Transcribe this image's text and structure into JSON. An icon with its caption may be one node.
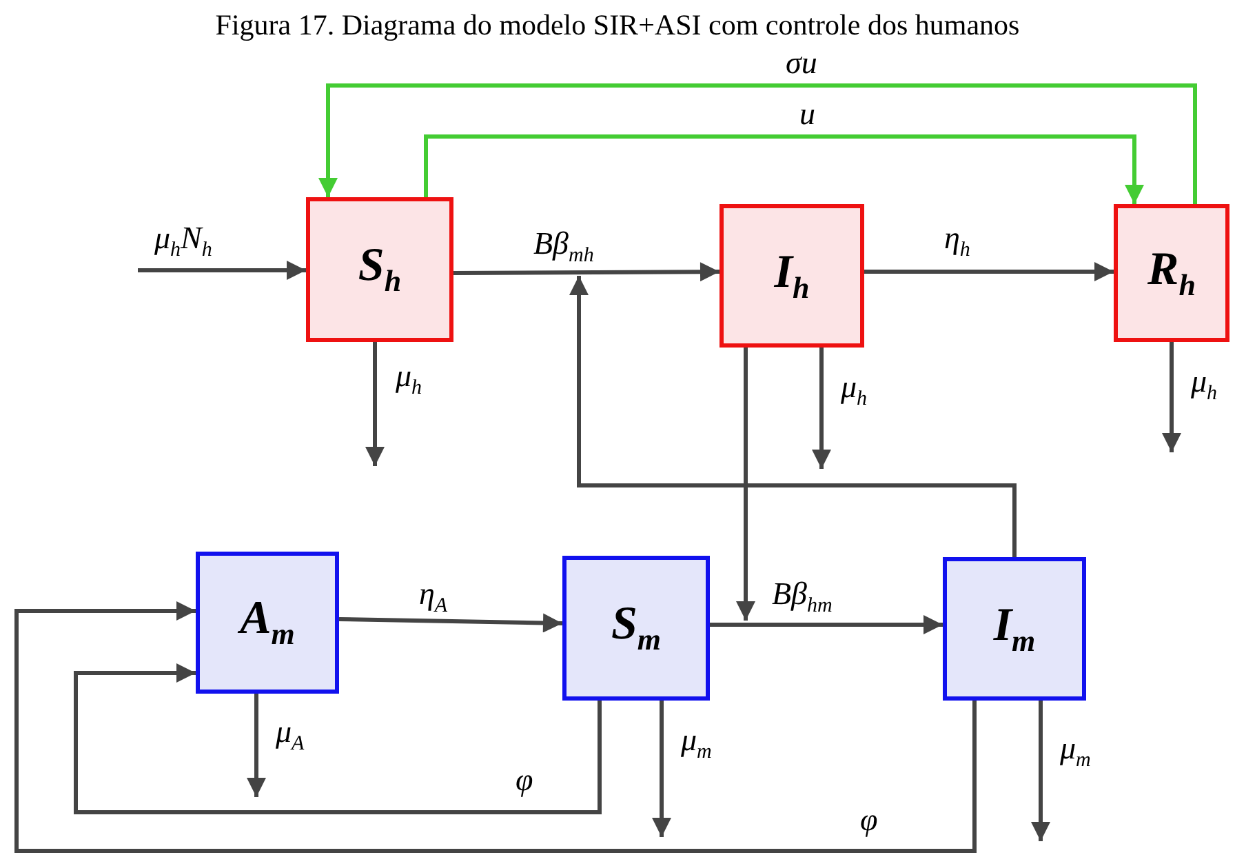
{
  "diagram": {
    "title": "Figura 17. Diagrama do modelo SIR+ASI com controle dos humanos",
    "nodes": [
      {
        "text": [
          "S$_{h}$"
        ]
      },
      {
        "text": [
          "I$_{h}$"
        ]
      },
      {
        "text": [
          "R$_{h}$"
        ]
      },
      {
        "text": [
          "A$_{m}$"
        ]
      },
      {
        "text": [
          "S$_{m}$"
        ]
      },
      {
        "text": [
          "I$_{m}$"
        ]
      }
    ],
    "edges": [
      {
        "from": null,
        "to": 0,
        "arrow": "to",
        "label": "μ$_{h}$N$_{h}$"
      },
      {
        "from": 0,
        "to": 1,
        "arrow": "to",
        "label": "Bβ$_{mh}$"
      },
      {
        "from": 1,
        "to": 2,
        "arrow": "to",
        "label": "η$_{h}$"
      },
      {
        "from": 0,
        "to": null,
        "arrow": "to",
        "label": "μ$_{h}$"
      },
      {
        "from": 1,
        "to": null,
        "arrow": "to",
        "label": "μ$_{h}$"
      },
      {
        "from": 2,
        "to": null,
        "arrow": "to",
        "label": "μ$_{h}$"
      },
      {
        "from": 2,
        "to": 0,
        "arrow": "to",
        "label": "σu",
        "color": "#44cc33"
      },
      {
        "from": 0,
        "to": 2,
        "arrow": "to",
        "label": "u",
        "color": "#44cc33"
      },
      {
        "from": 5,
        "to": null,
        "arrow": "to"
      },
      {
        "from": 1,
        "to": 4,
        "arrow": "to"
      },
      {
        "from": 3,
        "to": 4,
        "arrow": "to",
        "label": "η$_{A}$"
      },
      {
        "from": 4,
        "to": 5,
        "arrow": "to",
        "label": "Bβ$_{hm}$"
      },
      {
        "from": 3,
        "to": null,
        "arrow": "to",
        "label": "μ$_{A}$"
      },
      {
        "from": 4,
        "to": null,
        "arrow": "to",
        "label": "μ$_{m}$"
      },
      {
        "from": 5,
        "to": null,
        "arrow": "to",
        "label": "μ$_{m}$"
      },
      {
        "from": 4,
        "to": 3,
        "arrow": "to",
        "label": "φ"
      },
      {
        "from": 5,
        "to": 3,
        "arrow": "to",
        "label": "φ"
      }
    ]
  }
}
